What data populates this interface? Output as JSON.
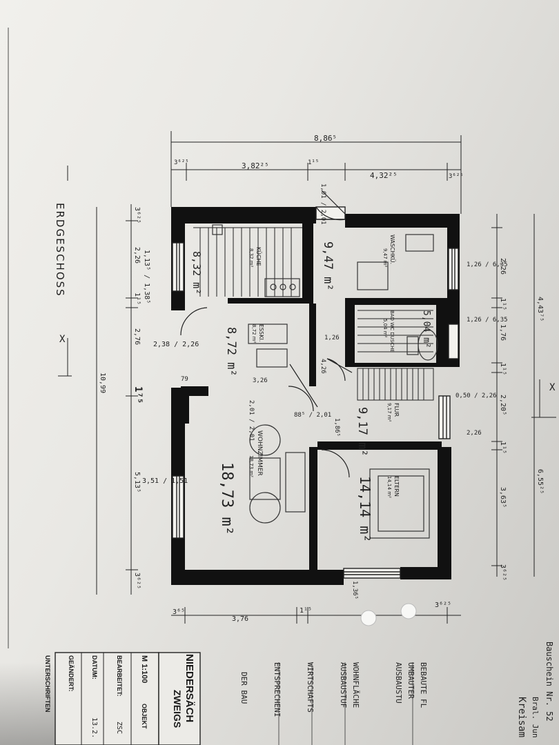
{
  "title": "ERDGESCHOSS",
  "dimensions": {
    "top_total": "8,86⁵",
    "top_left_wall": "3⁶²⁵",
    "top_a": "3,82²⁵",
    "top_mid": "1¹⁵",
    "top_b": "4,32²⁵",
    "top_right_wall": "3⁶²⁵",
    "left_total": "10,99",
    "left_wall_top": "3⁶²⁵",
    "left_226": "2,26",
    "left_113": "1,13⁵ / 1,38⁵",
    "left_115": "1¹⁵",
    "left_276": "2,76",
    "left_175": "1⁷⁵",
    "left_513": "5,13⁵",
    "left_wall_bot": "3⁶²⁵",
    "bottom_365": "3⁶⁵",
    "bottom_376": "3,76",
    "bottom_115": "1¹⁵",
    "bottom_wall": "3⁶²⁵",
    "right_total_a": "4,43⁷⁵",
    "right_total_b": "6,55²⁵",
    "right_226": "2,26",
    "right_115a": "1¹⁵",
    "right_176": "1,76",
    "right_115b": "1¹⁵",
    "right_220": "2,20⁵",
    "right_115c": "1¹⁵",
    "right_363": "3,63⁵",
    "right_wall": "3⁶²⁵",
    "win_126a": "1,26 / 6,35",
    "win_126b": "1,26 / 6,35",
    "win_351": "3,51 / 1,51",
    "win_238": "2,38 / 2,26",
    "door_101": "1,01 / 2,01",
    "door_3": "3,26",
    "door_201": "2,01 / 2,01",
    "door_886": "88⁵ / 2,01",
    "door_426": "4,26",
    "door_126": "1,26",
    "door_186": "1,86⁵",
    "door_79": "79",
    "win_136": "1,36⁵",
    "win_050": "0,50 / 2,26",
    "win_226": "2,26",
    "x_marker": "X"
  },
  "rooms": [
    {
      "name": "WASCHKÜ.",
      "area": "9,47 m²",
      "hand": "9,47 m²"
    },
    {
      "name": "KÜCHE",
      "area": "8,32 m²",
      "hand": "8,32 m²"
    },
    {
      "name": "ESSKI.",
      "area": "8,72 m²",
      "hand": "8,72 m²"
    },
    {
      "name": "BAD WC DUSCHE",
      "area": "5,04 m²",
      "hand": "5,04 m²"
    },
    {
      "name": "FLUR",
      "area": "9,17 m²",
      "hand": "9,17 m²"
    },
    {
      "name": "WOHNZIMMER",
      "area": "18,73 m²",
      "hand": "18,73 m²"
    },
    {
      "name": "ELTERN",
      "area": "14,14 m²",
      "hand": "14,14 m²"
    }
  ],
  "title_block": {
    "line1": "NIEDERSÄCH",
    "line2": "ZWEIGS",
    "scale": "M 1:100",
    "objekt": "OBJEKT",
    "bearbeitet": "BEARBEITET:",
    "datum": "DATUM:",
    "geaendert": "GEÄNDERT:",
    "unterschriften": "UNTERSCHRIFTEN",
    "zsc": "ZSC",
    "date_frag": "13.2."
  },
  "area_block": {
    "bebaute": "BEBAUTE FL",
    "umbauter": "UMBAUTER",
    "ausbaustu": "AUSBAUSTU",
    "wohnflaeche": "WOHNFLÄCHE",
    "ausbaustufe": "AUSBAUSTUF",
    "wirtschafts": "WIRTSCHAFTS",
    "entsprechend": "ENTSPRECHENI",
    "der_bau": "DER BAU"
  },
  "stamp": {
    "l1": "Bauschein Nr. 52",
    "l2": "Kreisam",
    "l3": "Bral. Jun"
  }
}
